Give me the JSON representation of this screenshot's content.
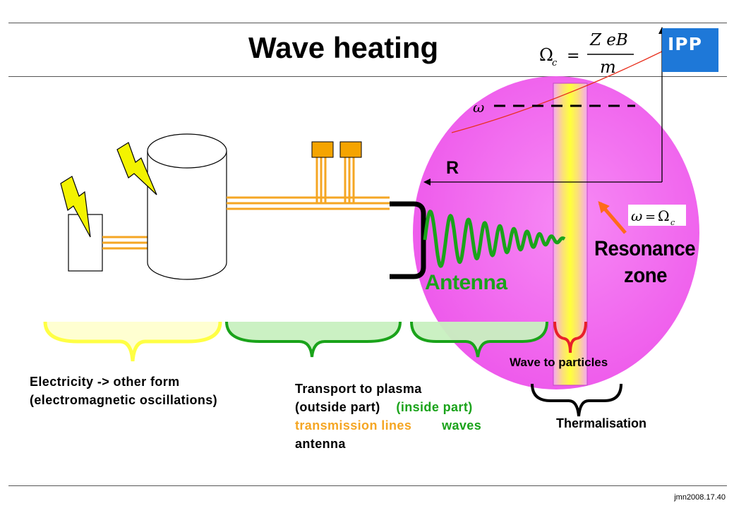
{
  "title": "Wave heating",
  "logo_text": "IPP",
  "formula": {
    "omega_c_symbol": "Ω",
    "omega_c_sub": "c",
    "equals": "=",
    "numerator": "Z eB",
    "denominator": "m",
    "omega_symbol": "ω",
    "resonance_lhs": "ω",
    "resonance_rhs": "Ω",
    "resonance_sub": "c"
  },
  "labels": {
    "r_axis": "R",
    "antenna": "Antenna",
    "resonance_line1": "Resonance",
    "resonance_line2": "zone",
    "wave_to_particles": "Wave to particles",
    "thermalisation": "Thermalisation"
  },
  "captions": {
    "electricity_line1": "Electricity -> other form",
    "electricity_line2": "(electromagnetic oscillations)",
    "transport_line1": "Transport to plasma",
    "transport_outside": "(outside part)",
    "transport_inside": "(inside part)",
    "transmission_lines": "transmission lines",
    "waves": "waves",
    "antenna": "antenna"
  },
  "footer": "jmn2008.17.40",
  "colors": {
    "plasma_pink": "#f25ef0",
    "resonance_yellow": "#ffff33",
    "wave_green": "#1aa31a",
    "line_orange": "#f5a623",
    "bolt_yellow": "#f3f300",
    "arrow_orange": "#ff6a1a",
    "curve_red": "#e8301e",
    "brace_yellow": "#ffff66",
    "brace_green": "#1aa31a",
    "brace_red": "#e8202a",
    "logo_blue": "#1e78d8"
  }
}
